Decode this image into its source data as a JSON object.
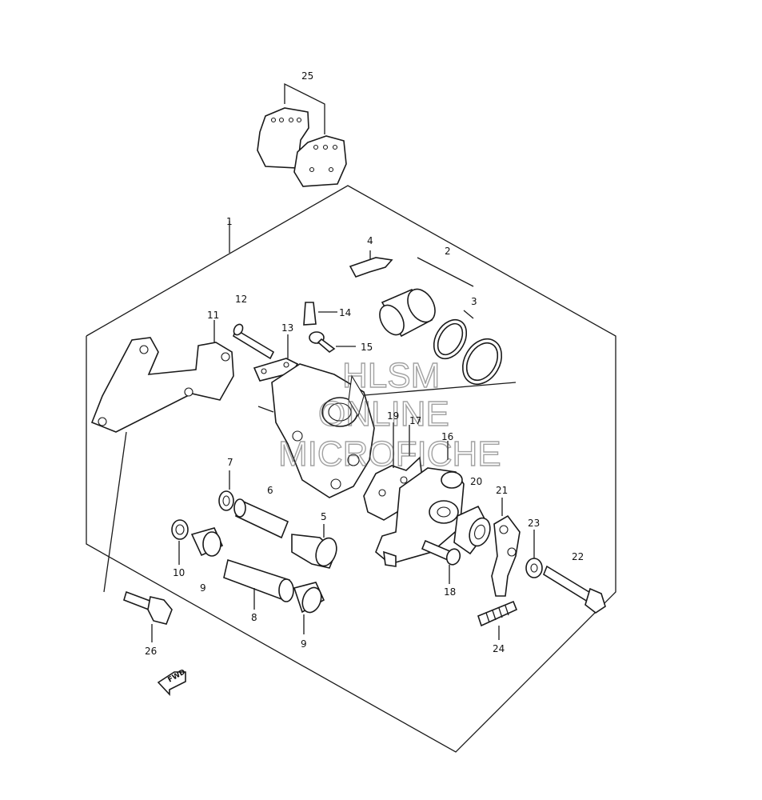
{
  "watermark": {
    "line1": "HLSM",
    "line2": "ONLINE",
    "line3": "MICROFICHE"
  },
  "direction_marker": "FWD",
  "callouts": {
    "c1": "1",
    "c2": "2",
    "c3": "3",
    "c4": "4",
    "c5": "5",
    "c6": "6",
    "c7": "7",
    "c8": "8",
    "c9a": "9",
    "c9b": "9",
    "c10": "10",
    "c11": "11",
    "c12": "12",
    "c13": "13",
    "c14": "14",
    "c15": "15",
    "c16": "16",
    "c17": "17",
    "c18": "18",
    "c19": "19",
    "c20": "20",
    "c21": "21",
    "c22": "22",
    "c23": "23",
    "c24": "24",
    "c25": "25",
    "c26": "26"
  }
}
